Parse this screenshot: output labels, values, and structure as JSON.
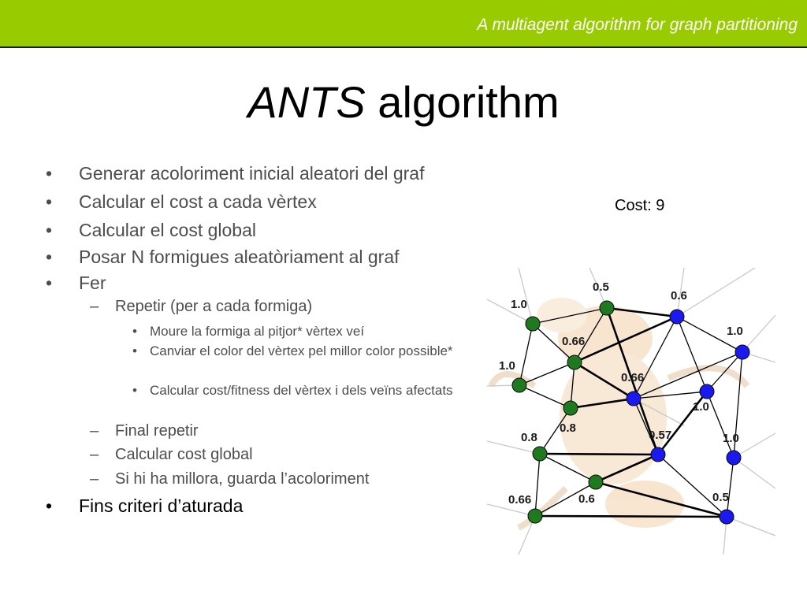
{
  "header": {
    "title": "A multiagent algorithm for graph partitioning"
  },
  "slide": {
    "title_italic": "ANTS",
    "title_rest": " algorithm"
  },
  "bullets": [
    {
      "text": "Generar acoloriment inicial aleatori del graf"
    },
    {
      "text": "Calcular el cost a cada vèrtex"
    },
    {
      "text": "Calcular el cost global"
    },
    {
      "text": "Posar N formigues aleatòriament al graf"
    },
    {
      "text": "Fer"
    },
    {
      "text": "Repetir (per a cada formiga)"
    },
    {
      "text": "Moure la formiga al pitjor* vèrtex veí"
    },
    {
      "text": "Canviar el color del vèrtex pel millor color possible*"
    },
    {
      "text": "Calcular cost/fitness del vèrtex i dels veïns afectats"
    },
    {
      "text": "Final repetir"
    },
    {
      "text": "Calcular cost global"
    },
    {
      "text": "Si hi ha millora, guarda l’acoloriment"
    },
    {
      "text": "Fins criteri d’aturada"
    }
  ],
  "markers": {
    "level1": "•",
    "level2": "–",
    "level3": "•"
  },
  "cost_label": "Cost: 9",
  "graph": {
    "colors": {
      "green": "#1f7a1f",
      "blue": "#1a1aee",
      "edge": "#000000"
    },
    "nodes": [
      {
        "id": "n1",
        "color": "green",
        "label": "1.0"
      },
      {
        "id": "n2",
        "color": "green",
        "label": "0.5"
      },
      {
        "id": "n3",
        "color": "blue",
        "label": "0.6"
      },
      {
        "id": "n4",
        "color": "green",
        "label": "0.66"
      },
      {
        "id": "n5",
        "color": "blue",
        "label": "1.0"
      },
      {
        "id": "n6",
        "color": "green",
        "label": "1.0"
      },
      {
        "id": "n7",
        "color": "blue",
        "label": "0.66"
      },
      {
        "id": "n8",
        "color": "blue",
        "label": "1.0"
      },
      {
        "id": "n9",
        "color": "green",
        "label": "0.8"
      },
      {
        "id": "n10",
        "color": "green",
        "label": "0.8"
      },
      {
        "id": "n11",
        "color": "blue",
        "label": "0.57"
      },
      {
        "id": "n12",
        "color": "blue",
        "label": "1.0"
      },
      {
        "id": "n13",
        "color": "green",
        "label": "0.6"
      },
      {
        "id": "n14",
        "color": "green",
        "label": "0.66"
      },
      {
        "id": "n15",
        "color": "blue",
        "label": "0.5"
      }
    ]
  }
}
